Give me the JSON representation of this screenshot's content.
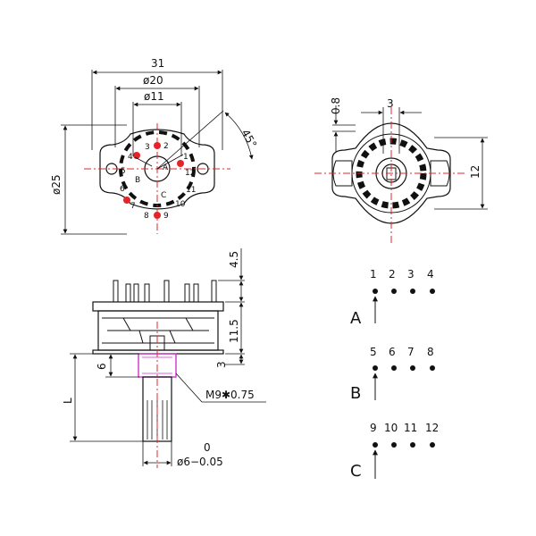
{
  "top_view": {
    "dim_width": "31",
    "dim_dia20": "ø20",
    "dim_dia11": "ø11",
    "dim_dia25": "ø25",
    "dim_angle": "45°",
    "pin_labels": [
      "1",
      "2",
      "3",
      "4",
      "5",
      "6",
      "7",
      "8",
      "9",
      "10",
      "11",
      "12"
    ],
    "wafer_labels": [
      "A",
      "B",
      "C"
    ]
  },
  "back_view": {
    "dim_08": "0.8",
    "dim_3": "3",
    "dim_12": "12"
  },
  "side_view": {
    "dim_45": "4.5",
    "dim_115": "11.5",
    "dim_3": "3",
    "dim_6": "6",
    "dim_L": "L",
    "thread": "M9✱0.75",
    "tol_top": "0",
    "shaft": "ø6−0.05"
  },
  "schematic": {
    "rows": [
      {
        "pole": "A",
        "contacts": [
          "1",
          "2",
          "3",
          "4"
        ]
      },
      {
        "pole": "B",
        "contacts": [
          "5",
          "6",
          "7",
          "8"
        ]
      },
      {
        "pole": "C",
        "contacts": [
          "9",
          "10",
          "11",
          "12"
        ]
      }
    ]
  },
  "colors": {
    "line": "#111111",
    "center_line": "#e3252a",
    "pin_dot": "#e3252a",
    "bushing": "#cc33cc"
  }
}
